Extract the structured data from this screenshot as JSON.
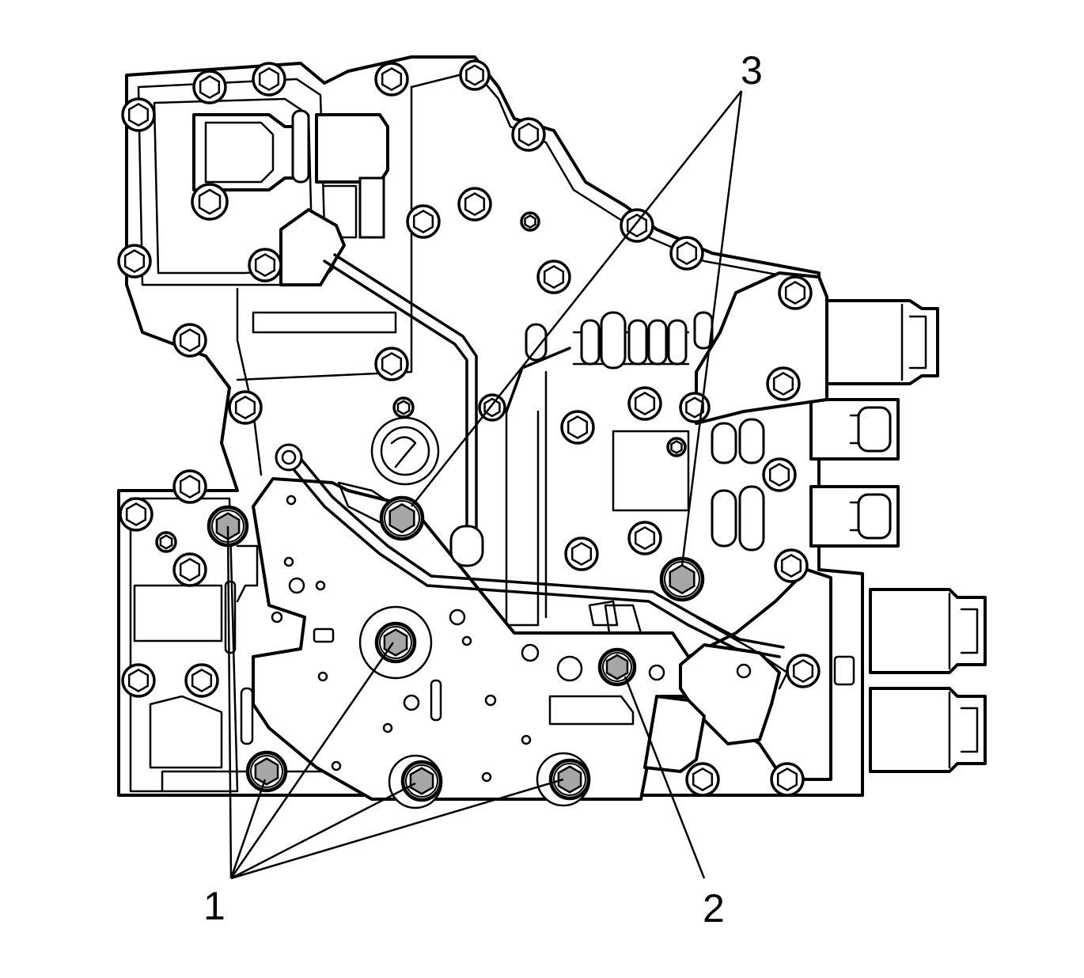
{
  "callouts": {
    "c1": "1",
    "c2": "2",
    "c3": "3"
  },
  "colors": {
    "line": "#000000",
    "background": "#ffffff",
    "highlighted_bolt": "#a6a6a6"
  }
}
